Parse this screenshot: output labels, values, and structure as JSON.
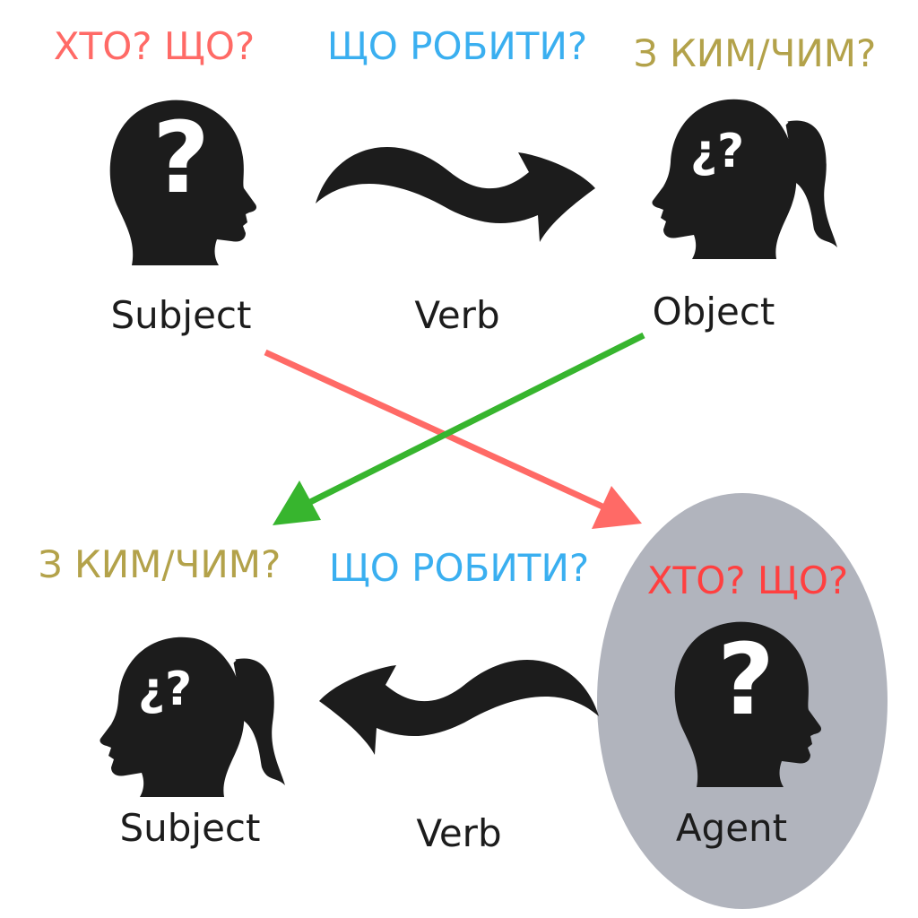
{
  "colors": {
    "red": "#ff6a66",
    "red_strong": "#ff4040",
    "blue": "#3aaff0",
    "olive": "#b3a24a",
    "green": "#37b52e",
    "ink": "#1c1c1c",
    "ellipse": "#b1b4bd"
  },
  "active": {
    "q_subject": "ХТО? ЩО?",
    "q_verb": "ЩО РОБИТИ?",
    "q_object": "З КИМ/ЧИМ?",
    "subject_label": "Subject",
    "verb_label": "Verb",
    "object_label": "Object",
    "subject_head_mark": "?",
    "object_head_mark": "¿?"
  },
  "passive": {
    "q_subject": "З КИМ/ЧИМ?",
    "q_verb": "ЩО РОБИТИ?",
    "q_agent": "ХТО? ЩО?",
    "subject_label": "Subject",
    "verb_label": "Verb",
    "agent_label": "Agent",
    "subject_head_mark": "¿?",
    "agent_head_mark": "?"
  },
  "icons": {
    "male_head": "male-head-question-icon",
    "female_head": "female-head-question-icon",
    "wavy_arrow_right": "wavy-arrow-right-icon",
    "wavy_arrow_left": "wavy-arrow-left-icon"
  }
}
